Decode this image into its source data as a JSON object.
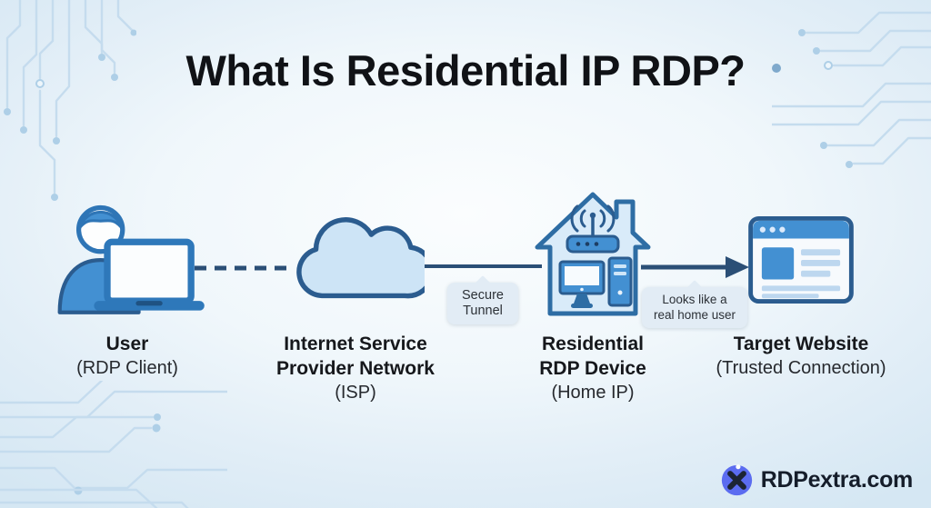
{
  "title": "What Is Residential IP RDP?",
  "nodes": [
    {
      "id": "user",
      "icon": "person-laptop-icon",
      "title_lines": [
        "User"
      ],
      "subtitle": "(RDP Client)"
    },
    {
      "id": "isp",
      "icon": "cloud-icon",
      "title_lines": [
        "Internet Service",
        "Provider Network"
      ],
      "subtitle": "(ISP)"
    },
    {
      "id": "residential-rdp-device",
      "icon": "house-computer-icon",
      "title_lines": [
        "Residential",
        "RDP Device"
      ],
      "subtitle": "(Home IP)"
    },
    {
      "id": "target-website",
      "icon": "browser-window-icon",
      "title_lines": [
        "Target Website"
      ],
      "subtitle": "(Trusted Connection)"
    }
  ],
  "connections": [
    {
      "from": "user",
      "to": "isp",
      "style": "dashed",
      "label": ""
    },
    {
      "from": "isp",
      "to": "residential-rdp-device",
      "style": "solid",
      "label": "Secure Tunnel"
    },
    {
      "from": "residential-rdp-device",
      "to": "target-website",
      "style": "arrow",
      "label": "Looks like a real home user"
    }
  ],
  "tooltips": [
    {
      "lines": [
        "Secure",
        "Tunnel"
      ]
    },
    {
      "lines": [
        "Looks like a",
        "real home user"
      ]
    }
  ],
  "branding": {
    "text": "RDPextra.com",
    "icon": "x-knot-icon"
  },
  "colors": {
    "background_center": "#fbfdfe",
    "background_edge": "#d5e7f3",
    "title_text": "#101216",
    "icon_stroke_dark": "#2b5c8f",
    "icon_fill_light": "#d9ebf9",
    "icon_fill_blue": "#4390d2",
    "connector_line": "#2b4f76",
    "tooltip_bg": "#e2ecf5",
    "circuit_line": "#c5dcee",
    "logo_circle": "#5b6cf0",
    "logo_x": "#1c2433",
    "brand_text": "#151d2a"
  }
}
